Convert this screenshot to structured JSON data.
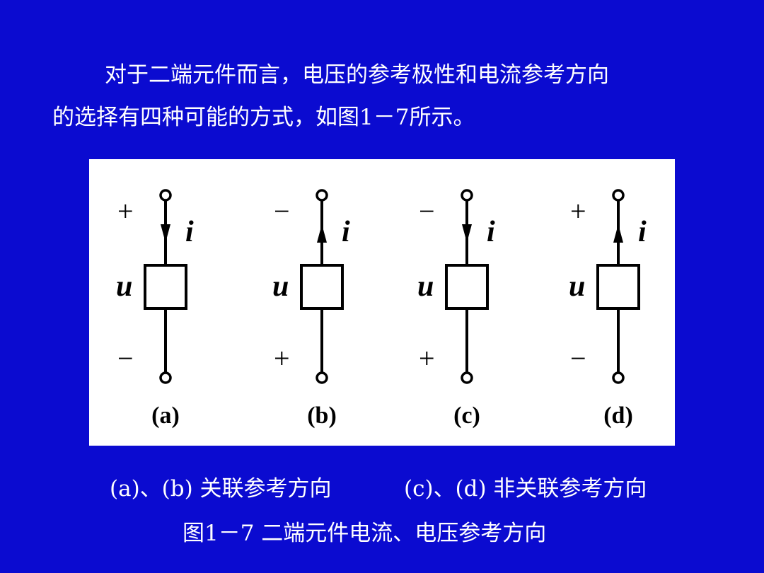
{
  "intro": {
    "line1": "对于二端元件而言，电压的参考极性和电流参考方向",
    "line2": "的选择有四种可能的方式，如图1－7所示。"
  },
  "diagram": {
    "current_symbol": "i",
    "voltage_symbol": "u",
    "elements": [
      {
        "label": "(a)",
        "top_sign": "+",
        "bottom_sign": "−",
        "arrow": "down"
      },
      {
        "label": "(b)",
        "top_sign": "−",
        "bottom_sign": "+",
        "arrow": "up"
      },
      {
        "label": "(c)",
        "top_sign": "−",
        "bottom_sign": "+",
        "arrow": "down"
      },
      {
        "label": "(d)",
        "top_sign": "+",
        "bottom_sign": "−",
        "arrow": "up"
      }
    ]
  },
  "captions": {
    "associated": "(a)、(b) 关联参考方向",
    "non_associated": "(c)、(d) 非关联参考方向",
    "figure_title": "图1－7  二端元件电流、电压参考方向"
  }
}
